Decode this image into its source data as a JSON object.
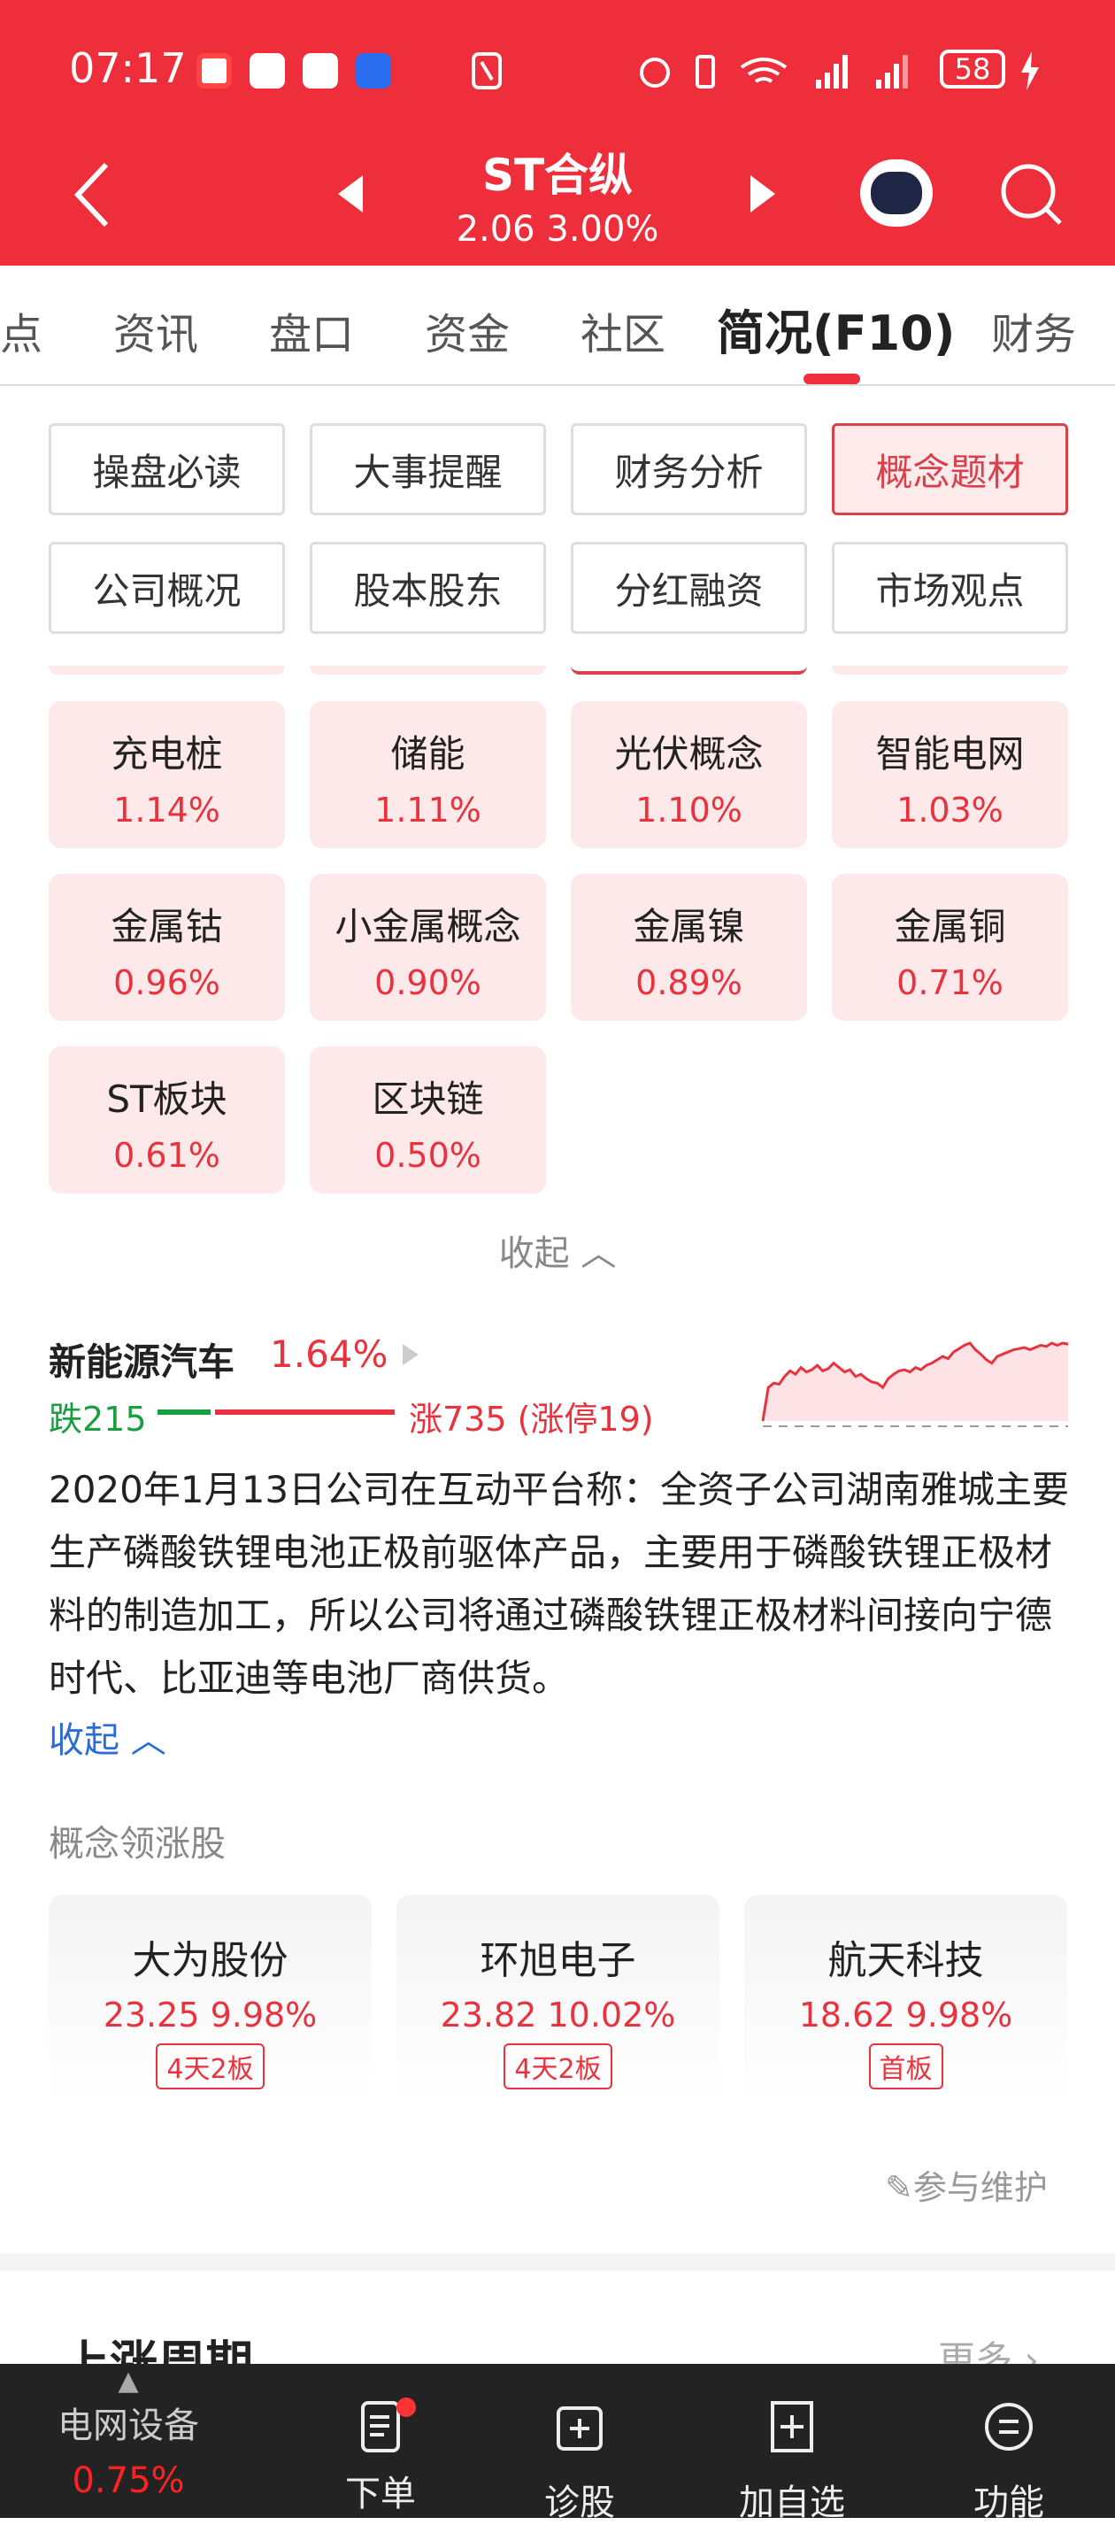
{
  "status_bar": {
    "time": "07:17",
    "battery": "58"
  },
  "header": {
    "title": "ST合纵",
    "price": "2.06",
    "change": "3.00%"
  },
  "tabs": [
    "点",
    "资讯",
    "盘口",
    "资金",
    "社区",
    "简况(F10)",
    "财务"
  ],
  "sub_buttons": [
    "操盘必读",
    "大事提醒",
    "财务分析",
    "概念题材",
    "公司概况",
    "股本股东",
    "分红融资",
    "市场观点"
  ],
  "concepts": [
    {
      "name": "充电桩",
      "pct": "1.14%"
    },
    {
      "name": "储能",
      "pct": "1.11%"
    },
    {
      "name": "光伏概念",
      "pct": "1.10%"
    },
    {
      "name": "智能电网",
      "pct": "1.03%"
    },
    {
      "name": "金属钴",
      "pct": "0.96%"
    },
    {
      "name": "小金属概念",
      "pct": "0.90%"
    },
    {
      "name": "金属镍",
      "pct": "0.89%"
    },
    {
      "name": "金属铜",
      "pct": "0.71%"
    },
    {
      "name": "ST板块",
      "pct": "0.61%"
    },
    {
      "name": "区块链",
      "pct": "0.50%"
    }
  ],
  "collapse_label": "收起",
  "detail": {
    "name": "新能源汽车",
    "pct": "1.64%",
    "down": "跌215",
    "up": "涨735 (涨停19)",
    "down_count": 215,
    "up_count": 735,
    "sparkline_values": [
      0,
      30,
      34,
      33,
      40,
      45,
      42,
      48,
      44,
      46,
      50,
      45,
      47,
      52,
      48,
      44,
      46,
      40,
      42,
      38,
      35,
      34,
      30,
      38,
      42,
      45,
      46,
      44,
      48,
      46,
      50,
      52,
      55,
      58,
      56,
      62,
      65,
      68,
      70,
      64,
      60,
      55,
      52,
      58,
      60,
      62,
      64,
      65,
      66,
      64,
      66,
      68,
      67,
      70,
      68,
      70,
      69
    ],
    "text": "2020年1月13日公司在互动平台称：全资子公司湖南雅城主要生产磷酸铁锂电池正极前驱体产品，主要用于磷酸铁锂正极材料的制造加工，所以公司将通过磷酸铁锂正极材料间接向宁德时代、比亚迪等电池厂商供货。",
    "collapse": "收起"
  },
  "leaders_title": "概念领涨股",
  "leaders": [
    {
      "name": "大为股份",
      "quote": "23.25 9.98%",
      "badge": "4天2板"
    },
    {
      "name": "环旭电子",
      "quote": "23.82 10.02%",
      "badge": "4天2板"
    },
    {
      "name": "航天科技",
      "quote": "18.62 9.98%",
      "badge": "首板"
    }
  ],
  "maintain": "参与维护",
  "next_section": {
    "title": "上涨周期",
    "more": "更多"
  },
  "bottom": {
    "sector": "电网设备",
    "sector_pct": "0.75%",
    "items": [
      "下单",
      "诊股",
      "加自选",
      "功能"
    ]
  },
  "colors": {
    "brand": "#EE2E3A",
    "up": "#E8333F",
    "down": "#1A9E3F",
    "link": "#2B6CD9"
  }
}
